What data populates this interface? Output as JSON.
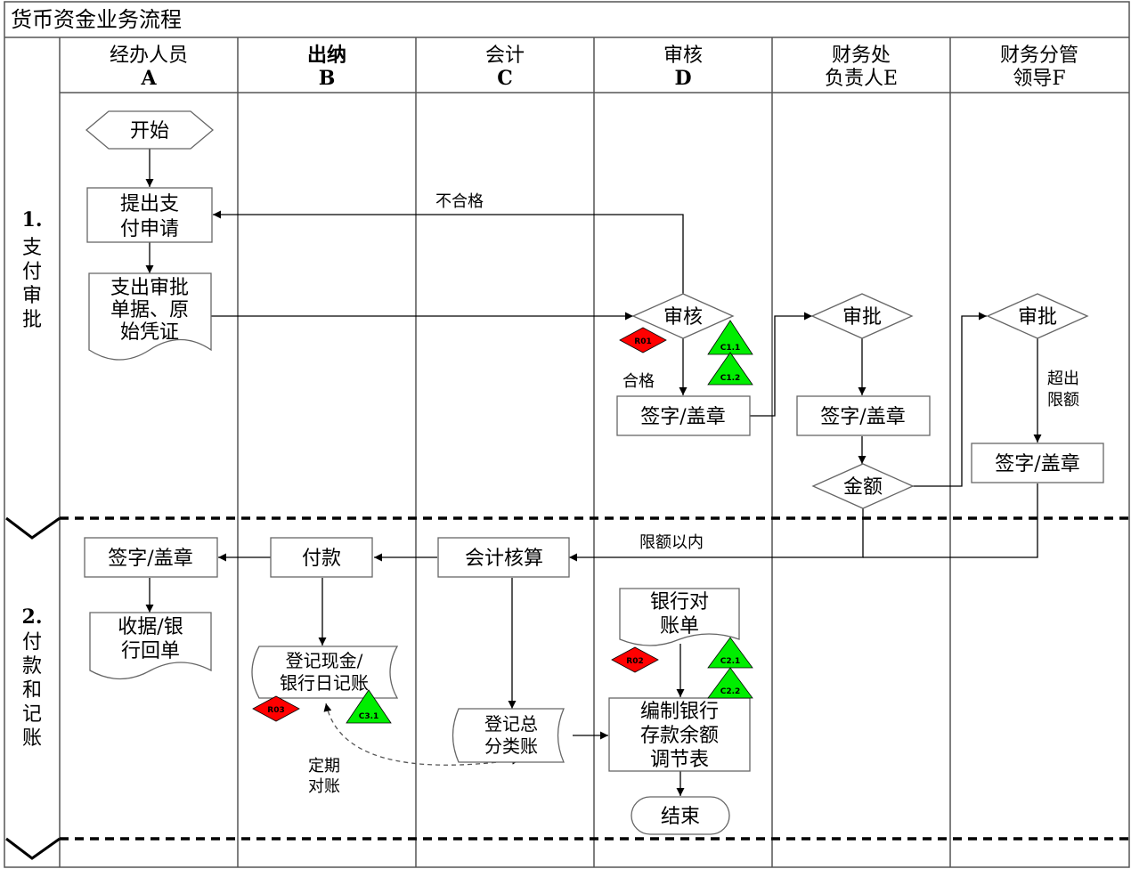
{
  "title": "货币资金业务流程",
  "lanes": [
    {
      "line1": "经办人员",
      "line2": "A"
    },
    {
      "line1": "出纳",
      "line2": "B"
    },
    {
      "line1": "会计",
      "line2": "C"
    },
    {
      "line1": "审核",
      "line2": "D"
    },
    {
      "line1": "财务处",
      "line2": "负责人E"
    },
    {
      "line1": "财务分管",
      "line2": "领导F"
    }
  ],
  "phases": [
    {
      "num": "1.",
      "chars": [
        "支",
        "付",
        "审",
        "批"
      ]
    },
    {
      "num": "2.",
      "chars": [
        "付",
        "款",
        "和",
        "记",
        "账"
      ]
    }
  ],
  "nodes": {
    "start": "开始",
    "apply": [
      "提出支",
      "付申请"
    ],
    "docs": [
      "支出审批",
      "单据、原",
      "始凭证"
    ],
    "review": "审核",
    "sign_d": "签字/盖章",
    "approve_e": "审批",
    "sign_e": "签字/盖章",
    "amount": "金额",
    "approve_f": "审批",
    "sign_f": "签字/盖章",
    "sign_a": "签字/盖章",
    "pay": "付款",
    "accounting": "会计核算",
    "receipt": [
      "收据/银",
      "行回单"
    ],
    "cash_journal": [
      "登记现金/",
      "银行日记账"
    ],
    "bank_statement": [
      "银行对",
      "账单"
    ],
    "general_ledger": [
      "登记总",
      "分类账"
    ],
    "reconciliation": [
      "编制银行",
      "存款余额",
      "调节表"
    ],
    "end": "结束"
  },
  "labels": {
    "fail": "不合格",
    "pass": "合格",
    "over_limit": [
      "超出",
      "限额"
    ],
    "within_limit": "限额以内",
    "periodic": [
      "定期",
      "对账"
    ]
  },
  "badges": {
    "risks": [
      "R01",
      "R02",
      "R03"
    ],
    "controls": [
      "C1.1",
      "C1.2",
      "C2.1",
      "C2.2",
      "C3.1"
    ]
  },
  "colors": {
    "risk": "#ff0000",
    "control": "#00ee00",
    "line": "#000000"
  }
}
